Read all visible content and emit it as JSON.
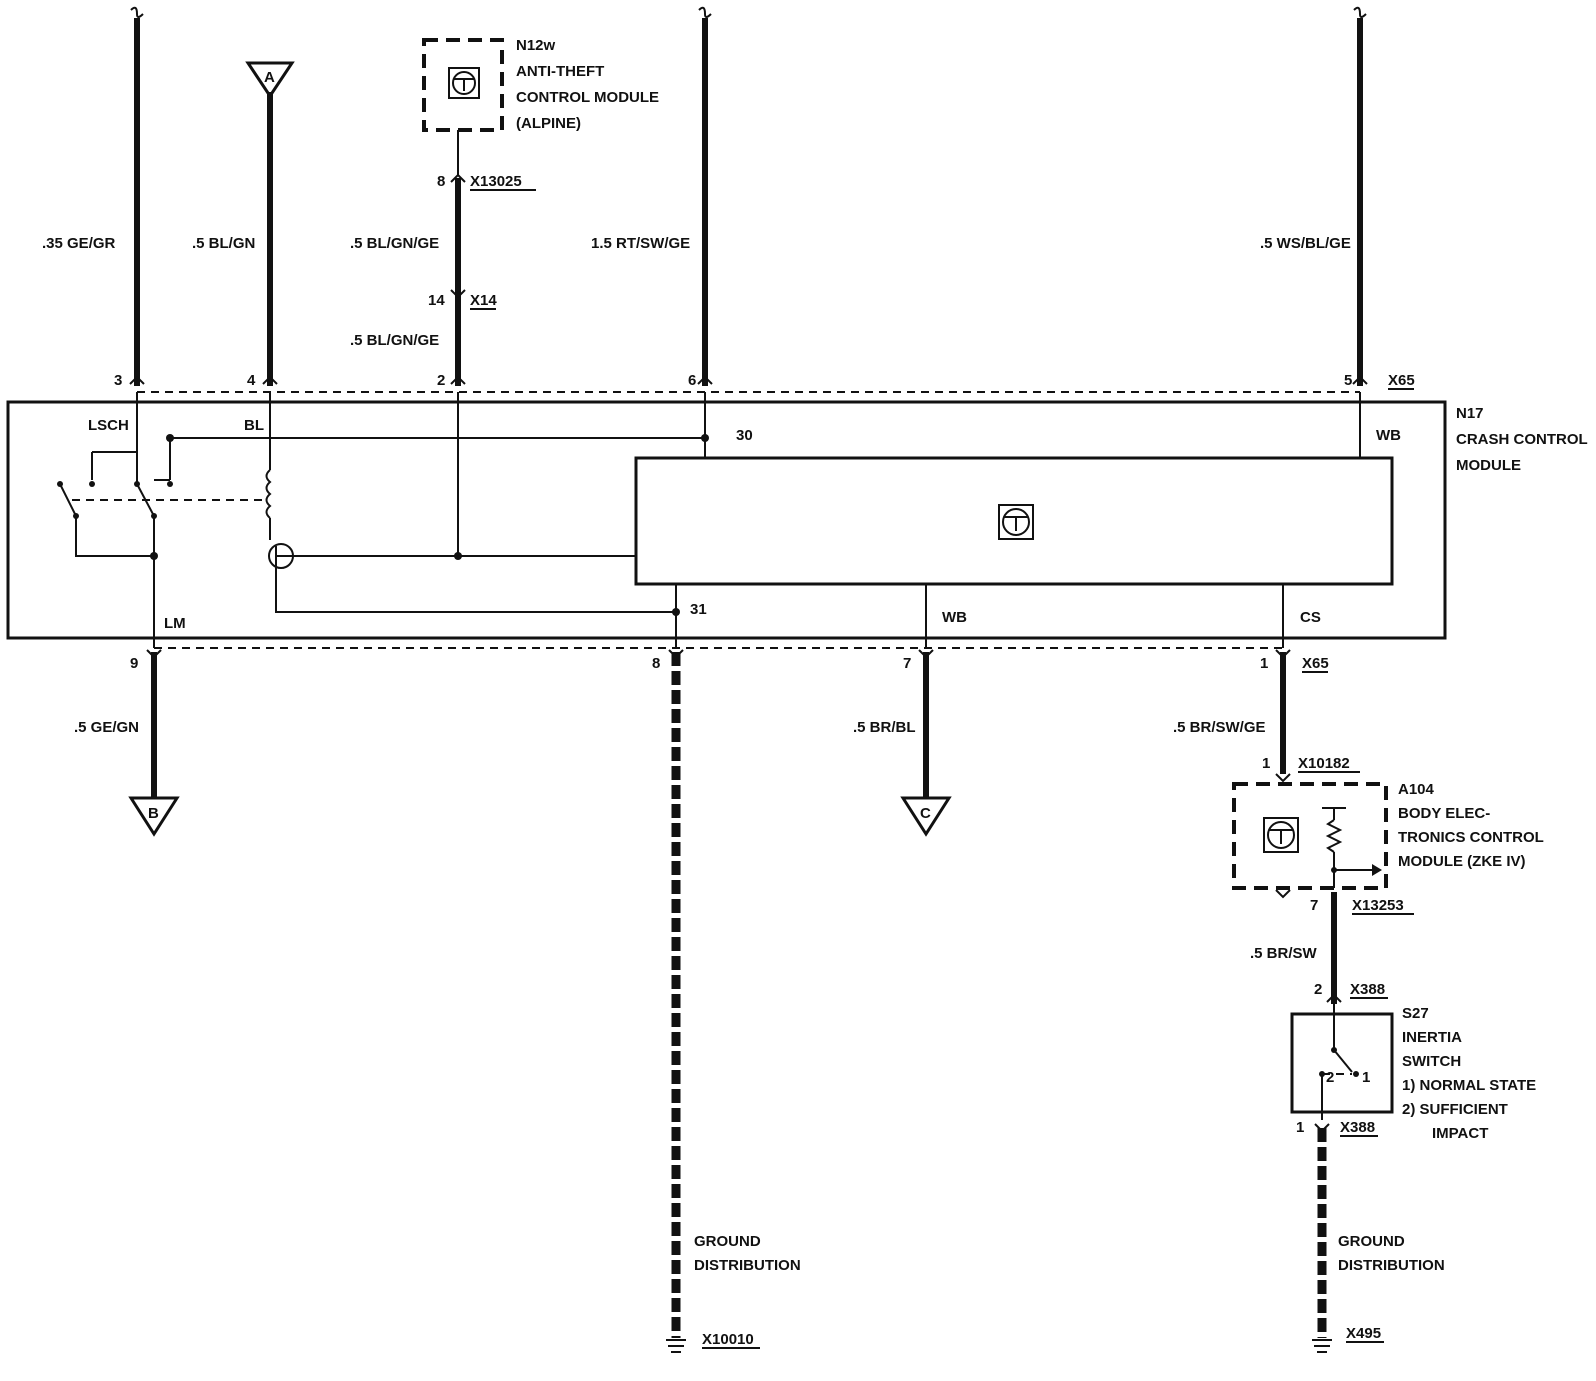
{
  "modules": {
    "n12w": {
      "id": "N12w",
      "lines": [
        "ANTI-THEFT",
        "CONTROL MODULE",
        "(ALPINE)"
      ]
    },
    "n17": {
      "id": "N17",
      "lines": [
        "CRASH CONTROL",
        "MODULE"
      ]
    },
    "a104": {
      "id": "A104",
      "lines": [
        "BODY ELEC-",
        "TRONICS CONTROL",
        "MODULE (ZKE IV)"
      ]
    },
    "s27": {
      "id": "S27",
      "lines": [
        "INERTIA",
        "SWITCH"
      ],
      "notes": [
        "1)  NORMAL STATE",
        "2)  SUFFICIENT",
        "IMPACT"
      ]
    }
  },
  "connectors": {
    "x13025": "X13025",
    "x14": "X14",
    "x65_top": "X65",
    "x65_bottom": "X65",
    "x10182": "X10182",
    "x13253": "X13253",
    "x388_top": "X388",
    "x388_bottom": "X388",
    "x10010": "X10010",
    "x495": "X495"
  },
  "wires": {
    "w1": ".35 GE/GR",
    "w2": ".5 BL/GN",
    "w3": ".5 BL/GN/GE",
    "w3b": ".5 BL/GN/GE",
    "w4": "1.5  RT/SW/GE",
    "w5": ".5 WS/BL/GE",
    "w6": ".5 GE/GN",
    "w7": ".5 BR/BL",
    "w8": ".5 BR/SW/GE",
    "w9": ".5 BR/SW"
  },
  "pins": {
    "top_3": "3",
    "top_4": "4",
    "top_2": "2",
    "top_6": "6",
    "top_5": "5",
    "n12w_8": "8",
    "x14_14": "14",
    "bot_9": "9",
    "bot_8": "8",
    "bot_7": "7",
    "bot_1": "1",
    "a104_1": "1",
    "a104_7": "7",
    "s27_2": "2",
    "s27_1": "1",
    "sw_2": "2",
    "sw_1": "1"
  },
  "internal": {
    "lsch": "LSCH",
    "bl": "BL",
    "t30": "30",
    "wb_top": "WB",
    "t31": "31",
    "wb_bot": "WB",
    "cs": "CS",
    "lm": "LM"
  },
  "offpage": {
    "a": "A",
    "b": "B",
    "c": "C"
  },
  "ground": {
    "g1": [
      "GROUND",
      "DISTRIBUTION"
    ],
    "g2": [
      "GROUND",
      "DISTRIBUTION"
    ]
  },
  "colors": {
    "ink": "#111111",
    "paper": "#ffffff"
  }
}
